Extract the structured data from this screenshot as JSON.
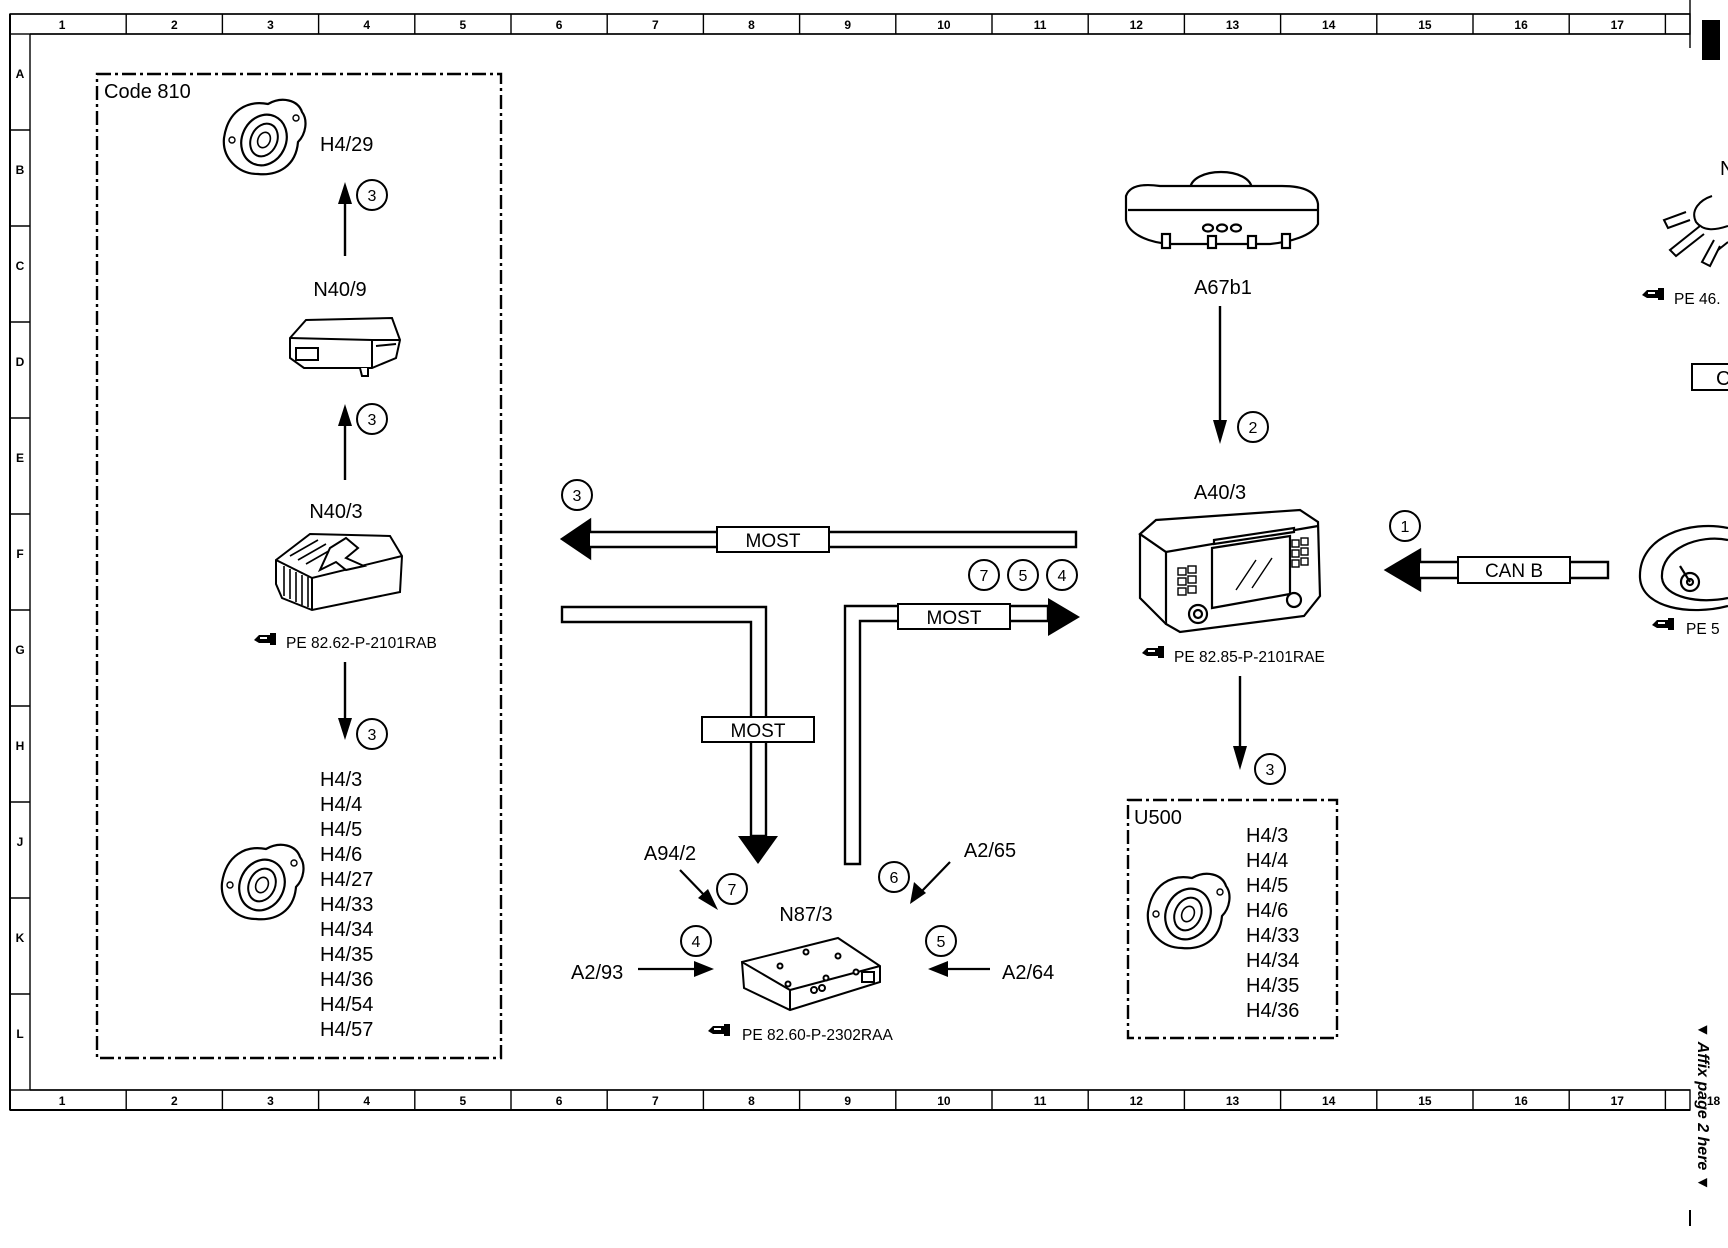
{
  "grid": {
    "columns": [
      "1",
      "2",
      "3",
      "4",
      "5",
      "6",
      "7",
      "8",
      "9",
      "10",
      "11",
      "12",
      "13",
      "14",
      "15",
      "16",
      "17",
      "18"
    ],
    "rows": [
      "A",
      "B",
      "C",
      "D",
      "E",
      "F",
      "G",
      "H",
      "J",
      "K",
      "L"
    ]
  },
  "group_code810": {
    "title": "Code 810",
    "speaker_top": "H4/29",
    "module_n40_9": "N40/9",
    "module_n40_3": "N40/3",
    "ref_n40_3": "PE 82.62-P-2101RAB",
    "speakers_bottom": [
      "H4/3",
      "H4/4",
      "H4/5",
      "H4/6",
      "H4/27",
      "H4/33",
      "H4/34",
      "H4/35",
      "H4/36",
      "H4/54",
      "H4/57"
    ]
  },
  "center": {
    "most_left_label": "MOST",
    "most_down_label": "MOST",
    "most_right_label": "MOST",
    "n87_3": "N87/3",
    "ref_n87_3": "PE 82.60-P-2302RAA",
    "a94_2": "A94/2",
    "a2_65": "A2/65",
    "a2_93": "A2/93",
    "a2_64": "A2/64"
  },
  "right": {
    "a67b1": "A67b1",
    "a40_3": "A40/3",
    "ref_a40_3": "PE 82.85-P-2101RAE",
    "can_b": "CAN B",
    "u500_title": "U500",
    "u500_speakers": [
      "H4/3",
      "H4/4",
      "H4/5",
      "H4/6",
      "H4/33",
      "H4/34",
      "H4/35",
      "H4/36"
    ]
  },
  "edge": {
    "ref_pe46": "PE 46.",
    "ref_pe54": "PE 5",
    "box_c": "C",
    "letter_n": "N",
    "affix_note": "▼ Affix page 2 here ▼"
  },
  "callouts": {
    "n1": "1",
    "n2": "2",
    "n3": "3",
    "n4": "4",
    "n5": "5",
    "n6": "6",
    "n7": "7"
  }
}
